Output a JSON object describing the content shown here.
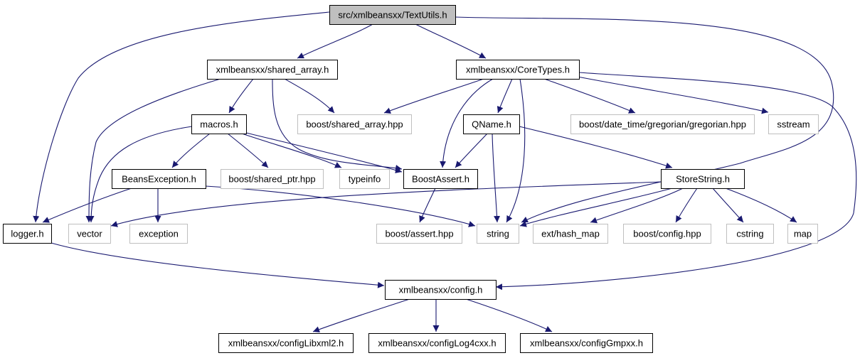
{
  "nodes": [
    {
      "id": "textutils",
      "label": "src/xmlbeansxx/TextUtils.h",
      "kind": "root"
    },
    {
      "id": "shared_array",
      "label": "xmlbeansxx/shared_array.h",
      "kind": "local"
    },
    {
      "id": "coretypes",
      "label": "xmlbeansxx/CoreTypes.h",
      "kind": "local"
    },
    {
      "id": "macros",
      "label": "macros.h",
      "kind": "local"
    },
    {
      "id": "boost_shared_array",
      "label": "boost/shared_array.hpp",
      "kind": "external"
    },
    {
      "id": "qname",
      "label": "QName.h",
      "kind": "local"
    },
    {
      "id": "gregorian",
      "label": "boost/date_time/gregorian/gregorian.hpp",
      "kind": "external"
    },
    {
      "id": "sstream",
      "label": "sstream",
      "kind": "external"
    },
    {
      "id": "beansexception",
      "label": "BeansException.h",
      "kind": "local"
    },
    {
      "id": "boost_shared_ptr",
      "label": "boost/shared_ptr.hpp",
      "kind": "external"
    },
    {
      "id": "typeinfo",
      "label": "typeinfo",
      "kind": "external"
    },
    {
      "id": "boostassert",
      "label": "BoostAssert.h",
      "kind": "local"
    },
    {
      "id": "storestring",
      "label": "StoreString.h",
      "kind": "local"
    },
    {
      "id": "logger",
      "label": "logger.h",
      "kind": "local"
    },
    {
      "id": "vector",
      "label": "vector",
      "kind": "external"
    },
    {
      "id": "exception",
      "label": "exception",
      "kind": "external"
    },
    {
      "id": "boost_assert",
      "label": "boost/assert.hpp",
      "kind": "external"
    },
    {
      "id": "string",
      "label": "string",
      "kind": "external"
    },
    {
      "id": "hash_map",
      "label": "ext/hash_map",
      "kind": "external"
    },
    {
      "id": "boost_config",
      "label": "boost/config.hpp",
      "kind": "external"
    },
    {
      "id": "cstring",
      "label": "cstring",
      "kind": "external"
    },
    {
      "id": "map",
      "label": "map",
      "kind": "external"
    },
    {
      "id": "config",
      "label": "xmlbeansxx/config.h",
      "kind": "local"
    },
    {
      "id": "cfg_libxml2",
      "label": "xmlbeansxx/configLibxml2.h",
      "kind": "local"
    },
    {
      "id": "cfg_log4cxx",
      "label": "xmlbeansxx/configLog4cxx.h",
      "kind": "local"
    },
    {
      "id": "cfg_gmpxx",
      "label": "xmlbeansxx/configGmpxx.h",
      "kind": "local"
    }
  ],
  "edges": [
    [
      "textutils",
      "shared_array"
    ],
    [
      "textutils",
      "coretypes"
    ],
    [
      "textutils",
      "logger"
    ],
    [
      "textutils",
      "string"
    ],
    [
      "shared_array",
      "macros"
    ],
    [
      "shared_array",
      "boost_shared_array"
    ],
    [
      "shared_array",
      "boostassert"
    ],
    [
      "shared_array",
      "vector"
    ],
    [
      "coretypes",
      "boost_shared_array"
    ],
    [
      "coretypes",
      "qname"
    ],
    [
      "coretypes",
      "boostassert"
    ],
    [
      "coretypes",
      "string"
    ],
    [
      "coretypes",
      "gregorian"
    ],
    [
      "coretypes",
      "sstream"
    ],
    [
      "coretypes",
      "config"
    ],
    [
      "macros",
      "beansexception"
    ],
    [
      "macros",
      "boost_shared_ptr"
    ],
    [
      "macros",
      "typeinfo"
    ],
    [
      "macros",
      "boostassert"
    ],
    [
      "macros",
      "vector"
    ],
    [
      "qname",
      "boostassert"
    ],
    [
      "qname",
      "string"
    ],
    [
      "qname",
      "storestring"
    ],
    [
      "beansexception",
      "logger"
    ],
    [
      "beansexception",
      "exception"
    ],
    [
      "beansexception",
      "string"
    ],
    [
      "boostassert",
      "boost_assert"
    ],
    [
      "storestring",
      "vector"
    ],
    [
      "storestring",
      "string"
    ],
    [
      "storestring",
      "hash_map"
    ],
    [
      "storestring",
      "boost_config"
    ],
    [
      "storestring",
      "cstring"
    ],
    [
      "storestring",
      "map"
    ],
    [
      "logger",
      "config"
    ],
    [
      "config",
      "cfg_libxml2"
    ],
    [
      "config",
      "cfg_log4cxx"
    ],
    [
      "config",
      "cfg_gmpxx"
    ]
  ],
  "colors": {
    "edge": "#191970",
    "root_fill": "#bfbfbf",
    "external_border": "#bfbfbf",
    "local_border": "#000000"
  }
}
